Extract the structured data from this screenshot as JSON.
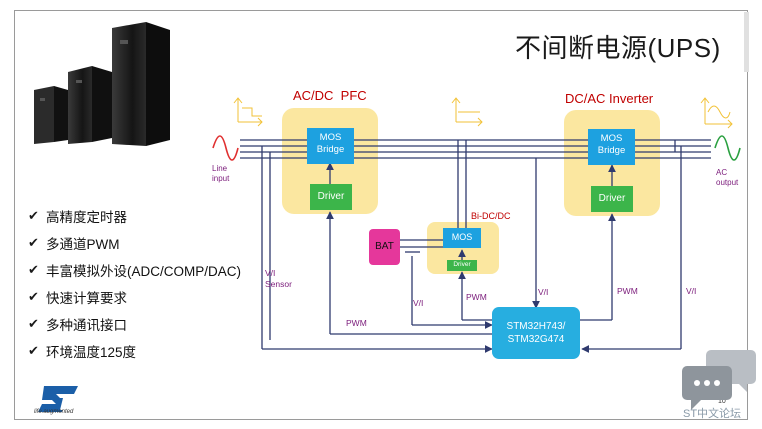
{
  "slide": {
    "title": "不间断电源(UPS)",
    "page_number": "10"
  },
  "features": [
    "高精度定时器",
    "多通道PWM",
    "丰富模拟外设(ADC/COMP/DAC)",
    "快速计算要求",
    "多种通讯接口",
    "环境温度125度"
  ],
  "diagram": {
    "pfc_stage_label": "AC/DC  PFC",
    "inverter_stage_label": "DC/AC Inverter",
    "bidcdc_label": "Bi-DC/DC",
    "mos_bridge_label_line1": "MOS",
    "mos_bridge_label_line2": "Bridge",
    "driver_label": "Driver",
    "mos_label": "MOS",
    "small_driver_label": "Driver",
    "bat_label": "BAT",
    "mcu_line1": "STM32H743/",
    "mcu_line2": "STM32G474",
    "line_input_line1": "Line",
    "line_input_line2": "input",
    "ac_output_line1": "AC",
    "ac_output_line2": "output",
    "vi_sensor_line1": "V/I",
    "vi_sensor_line2": "Sensor",
    "vi_label": "V/I",
    "pwm_label": "PWM",
    "colors": {
      "stage_box": "#fbe7a0",
      "mos_box": "#1da1e0",
      "driver_box": "#3cb54a",
      "bat_box": "#e5379b",
      "mcu_box": "#27aee0",
      "wire": "#2f3a6e",
      "label_red": "#c00000",
      "label_purple": "#7b1c7b",
      "sine_red": "#e03030",
      "sine_green": "#2aa040"
    }
  },
  "branding": {
    "logo_icon": "st-logo-icon",
    "logo_tagline": "life.augmented",
    "forum_icon": "chat-bubbles-icon",
    "forum_label": "ST中文论坛"
  }
}
